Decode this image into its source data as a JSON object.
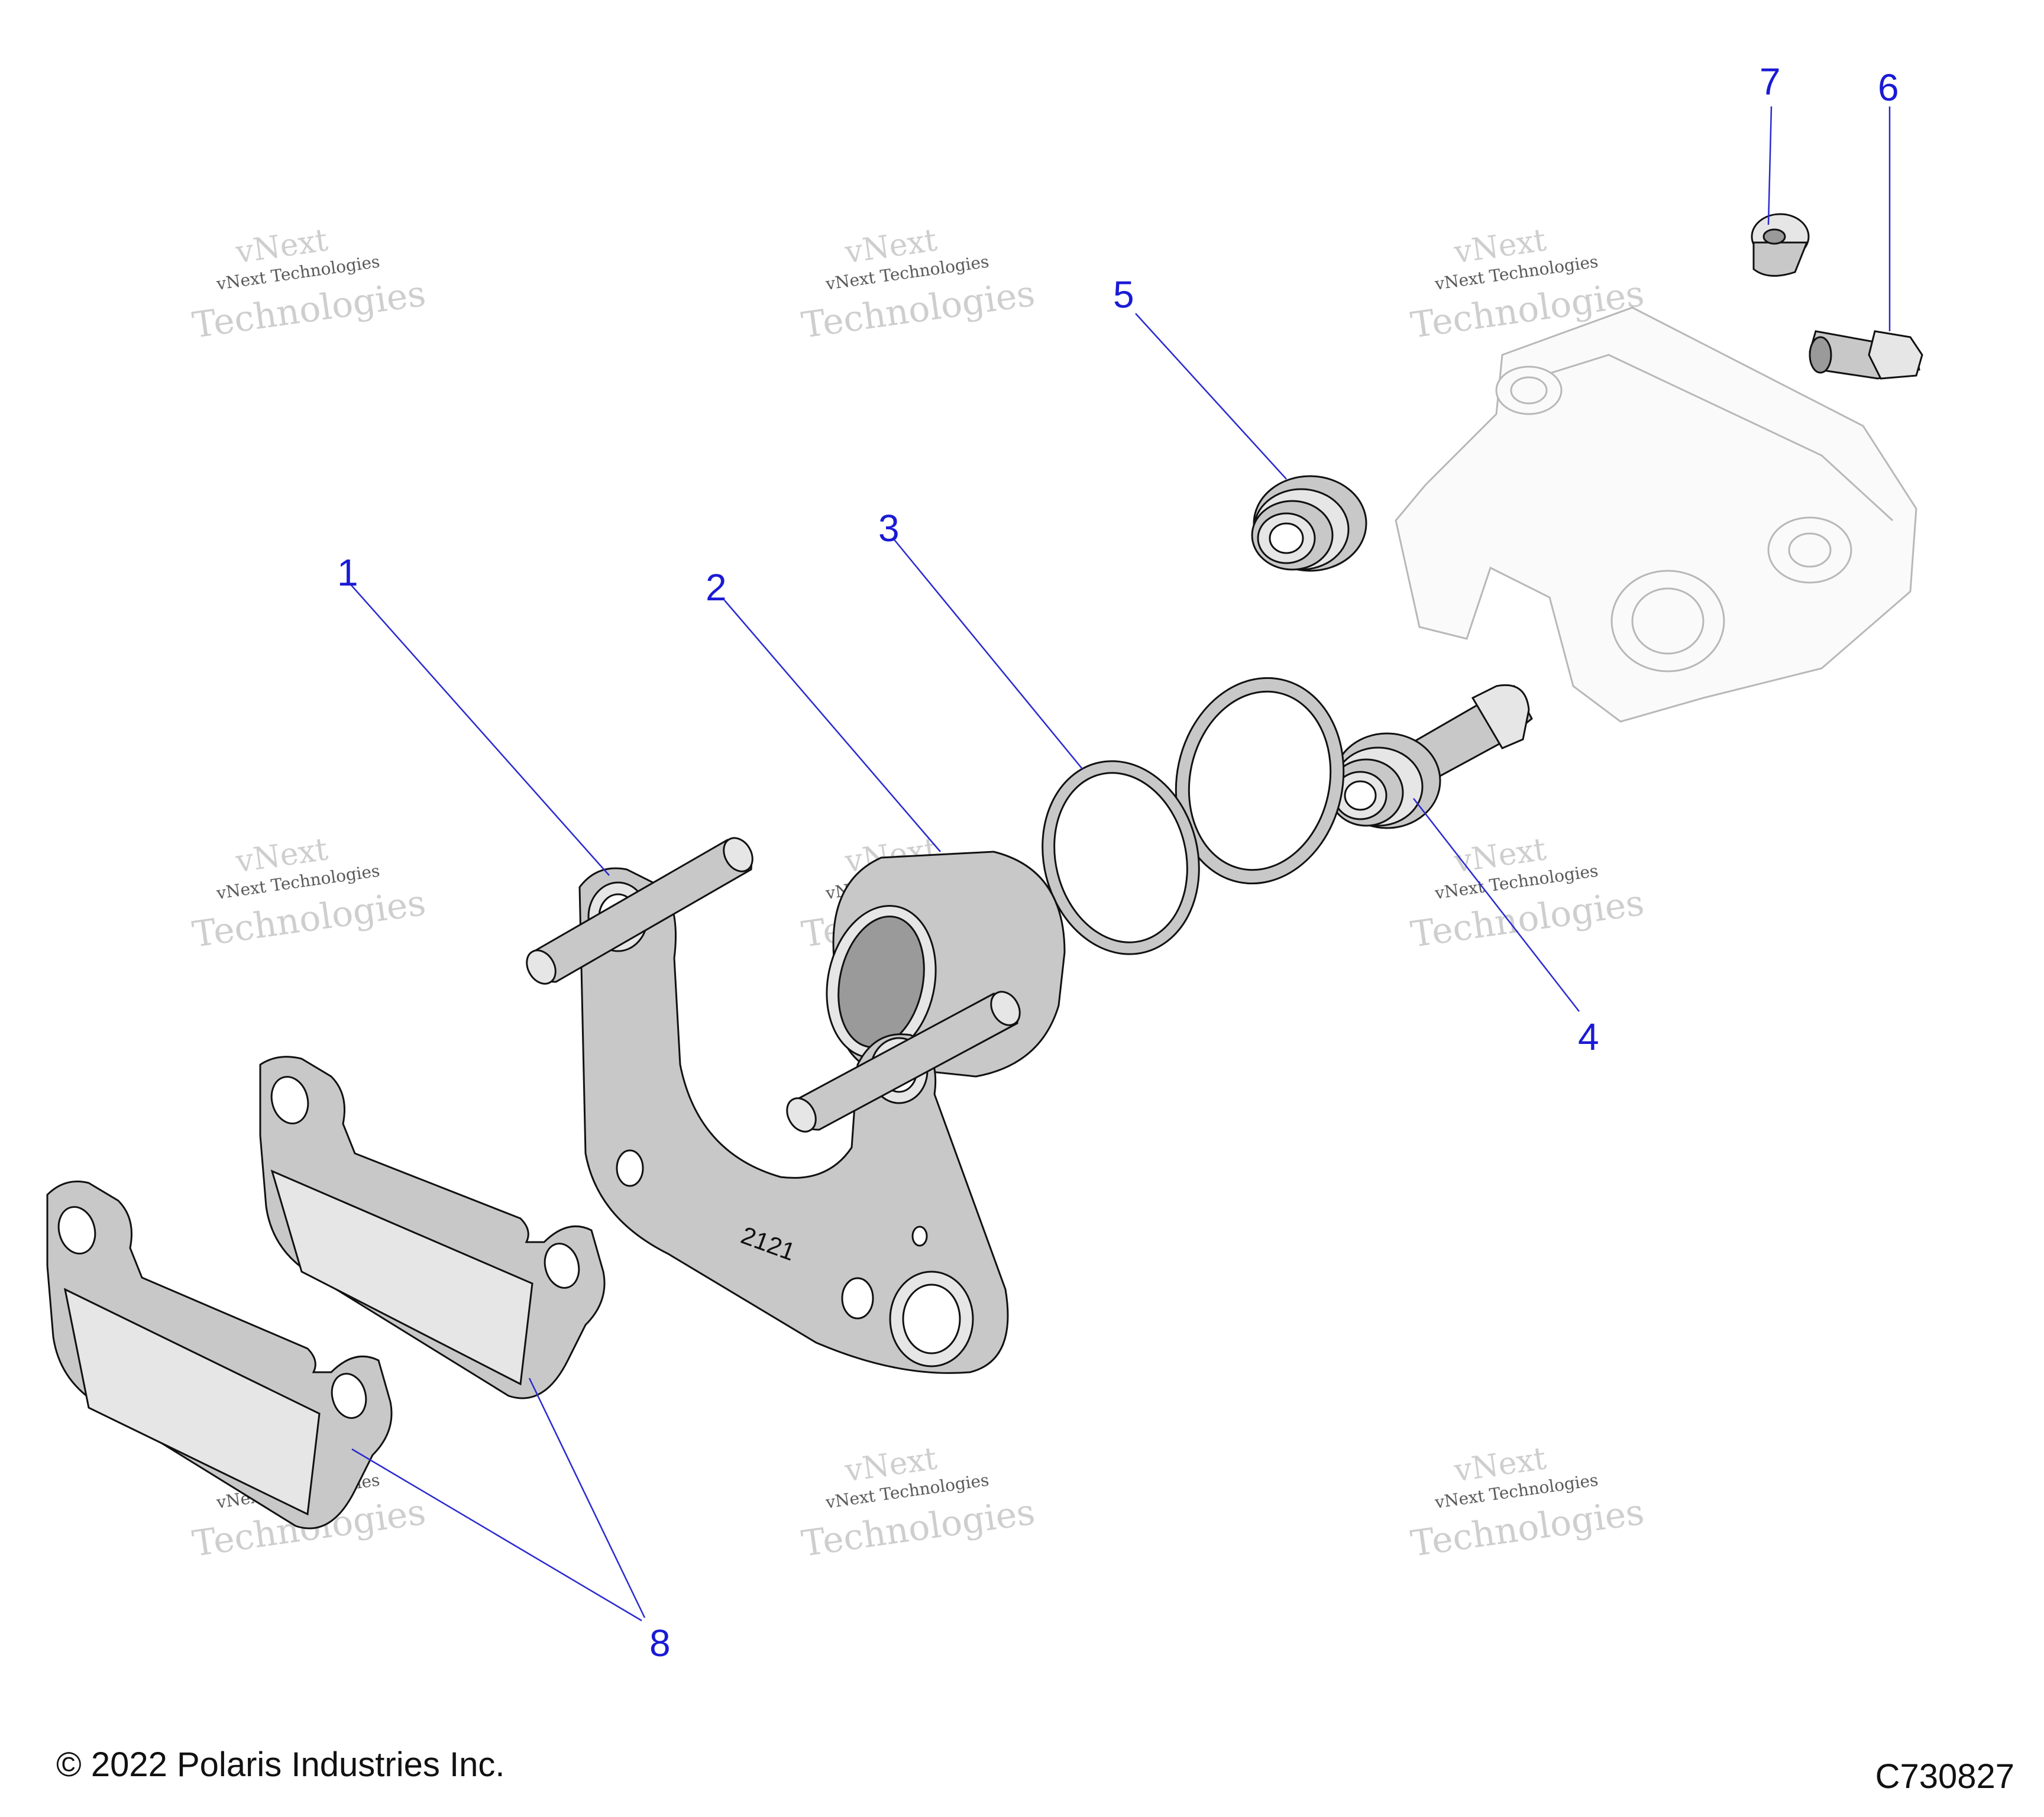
{
  "callouts": [
    {
      "id": "1",
      "label": "1"
    },
    {
      "id": "2",
      "label": "2"
    },
    {
      "id": "3",
      "label": "3"
    },
    {
      "id": "4",
      "label": "4"
    },
    {
      "id": "5",
      "label": "5"
    },
    {
      "id": "6",
      "label": "6"
    },
    {
      "id": "7",
      "label": "7"
    },
    {
      "id": "8",
      "label": "8"
    }
  ],
  "bracket_stamp": "2121",
  "watermark": {
    "line1": "vNext Technologies",
    "line2": "vNext",
    "line3": "Technologies"
  },
  "footer": {
    "copyright": "© 2022 Polaris Industries Inc.",
    "diagram_code": "C730827"
  },
  "colors": {
    "callout": "#1a1ad6",
    "leader": "#2a2ad0",
    "part_fill": "#c8c8c8",
    "ghost_outline": "#b8b8b8"
  }
}
